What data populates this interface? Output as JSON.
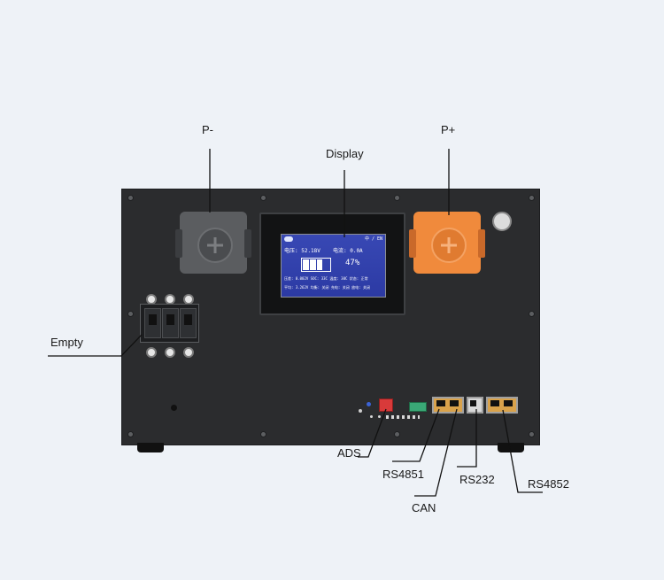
{
  "callouts": {
    "p_minus": "P-",
    "p_plus": "P+",
    "display": "Display",
    "empty": "Empty",
    "ads": "ADS",
    "rs4851": "RS4851",
    "rs232": "RS232",
    "can": "CAN",
    "rs4852": "RS4852"
  },
  "screen": {
    "language_toggle": "中 / EN",
    "voltage": "电压: 52.18V",
    "current": "电流: 0.0A",
    "soc": "47%",
    "row1": "压差: 0.002V   SOC: 33C   温度: 30C   状态: 正常",
    "row2": "平均: 3.262V   均衡: 关闭   充电: 关闭   放电: 关闭"
  },
  "colors": {
    "cabinet": "#2b2c2e",
    "negative_terminal": "#5b5d60",
    "positive_terminal": "#f08a3c",
    "lcd_background": "#3646b0"
  }
}
